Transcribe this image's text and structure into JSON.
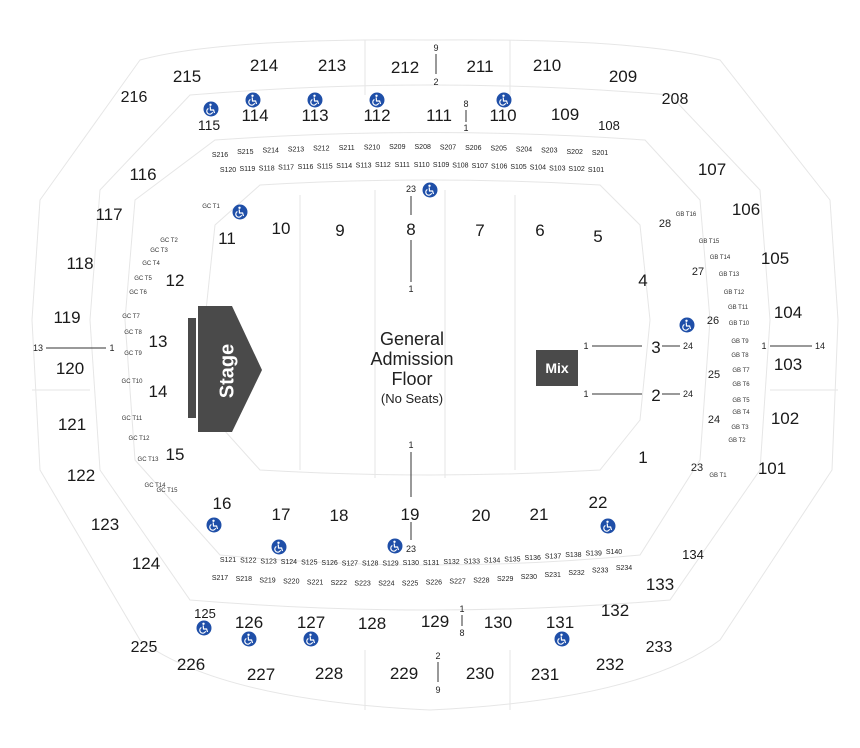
{
  "colors": {
    "background": "#ffffff",
    "section_lines": "#e6e6e6",
    "stage_fill": "#4a4a4a",
    "mix_fill": "#4a4a4a",
    "accessible_fill": "#1f4fa8",
    "text": "#1a1a1a"
  },
  "floor": {
    "title_line1": "General",
    "title_line2": "Admission",
    "title_line3": "Floor",
    "note": "(No Seats)"
  },
  "stage": {
    "label": "Stage"
  },
  "mix": {
    "label": "Mix"
  },
  "upper_level": [
    "214",
    "213",
    "212",
    "211",
    "210",
    "215",
    "209",
    "216",
    "208",
    "225",
    "226",
    "227",
    "228",
    "229",
    "230",
    "231",
    "232",
    "233"
  ],
  "club_level": [
    "115",
    "114",
    "113",
    "112",
    "111",
    "110",
    "109",
    "108",
    "116",
    "107",
    "117",
    "106",
    "118",
    "105",
    "119",
    "104",
    "120",
    "103",
    "121",
    "102",
    "122",
    "101",
    "123",
    "124",
    "134",
    "133",
    "125",
    "126",
    "127",
    "128",
    "129",
    "130",
    "131",
    "132"
  ],
  "floor_sections": [
    "10",
    "9",
    "8",
    "7",
    "6",
    "5",
    "4",
    "11",
    "12",
    "13",
    "14",
    "15",
    "16",
    "17",
    "18",
    "19",
    "20",
    "21",
    "22",
    "1",
    "2",
    "3",
    "24",
    "25",
    "26",
    "27",
    "28",
    "23"
  ],
  "suites_top_row1": [
    "S216",
    "S215",
    "S214",
    "S213",
    "S212",
    "S211",
    "S210",
    "S209",
    "S208",
    "S207",
    "S206",
    "S205",
    "S204",
    "S203",
    "S202",
    "S201"
  ],
  "suites_top_row2": [
    "S120",
    "S119",
    "S118",
    "S117",
    "S116",
    "S115",
    "S114",
    "S113",
    "S112",
    "S111",
    "S110",
    "S109",
    "S108",
    "S107",
    "S106",
    "S105",
    "S104",
    "S103",
    "S102",
    "S101"
  ],
  "suites_bottom_row1": [
    "S121",
    "S122",
    "S123",
    "S124",
    "S125",
    "S126",
    "S127",
    "S128",
    "S129",
    "S130",
    "S131",
    "S132",
    "S133",
    "S134",
    "S135",
    "S136",
    "S137",
    "S138",
    "S139",
    "S140"
  ],
  "suites_bottom_row2": [
    "S217",
    "S218",
    "S219",
    "S220",
    "S221",
    "S222",
    "S223",
    "S224",
    "S225",
    "S226",
    "S227",
    "S228",
    "S229",
    "S230",
    "S231",
    "S232",
    "S233",
    "S234"
  ],
  "gc_boxes": [
    "GC T1",
    "GC T2",
    "GC T3",
    "GC T4",
    "GC T5",
    "GC T6",
    "GC T7",
    "GC T8",
    "GC T9",
    "GC T10",
    "GC T11",
    "GC T12",
    "GC T13",
    "GC T14",
    "GC T15"
  ],
  "gb_boxes": [
    "GB T16",
    "GB T15",
    "GB T14",
    "GB T13",
    "GB T12",
    "GB T11",
    "GB T10",
    "GB T9",
    "GB T8",
    "GB T7",
    "GB T6",
    "GB T5",
    "GB T4",
    "GB T3",
    "GB T2",
    "GB T1"
  ],
  "row_markers": {
    "top_aisle_hi": "9",
    "top_aisle_lo": "2",
    "mid_top_hi": "8",
    "mid_top_lo": "1",
    "floor_top_hi": "23",
    "floor_top_lo": "1",
    "floor_bottom_hi": "1",
    "floor_bottom_lo": "23",
    "mid_bottom_hi": "1",
    "mid_bottom_lo": "8",
    "bottom_aisle_hi": "2",
    "bottom_aisle_lo": "9",
    "left_hi": "13",
    "left_lo": "1",
    "right_hi": "1",
    "right_lo": "14",
    "sec3_lo": "1",
    "sec3_hi": "24",
    "sec2_lo": "1",
    "sec2_hi": "24"
  },
  "accessible_icon": "wheelchair-icon"
}
